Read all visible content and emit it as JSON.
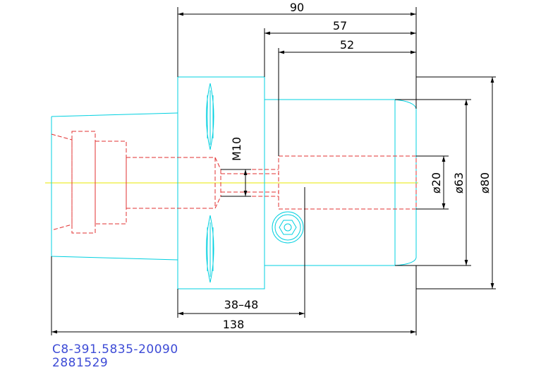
{
  "dimensions": {
    "overall_90": "90",
    "length_57": "57",
    "length_52": "52",
    "thread": "M10",
    "dia_20": "ø20",
    "dia_63": "ø63",
    "dia_80": "ø80",
    "range_38_48": "38–48",
    "overall_138": "138"
  },
  "title_block": {
    "part_number": "C8-391.5835-20090",
    "item_code": "2881529"
  },
  "colors": {
    "outline": "#00d0e0",
    "hidden": "#e23030",
    "centerline": "#e8e800",
    "dimension": "#000000",
    "caption": "#3d4bd6"
  }
}
